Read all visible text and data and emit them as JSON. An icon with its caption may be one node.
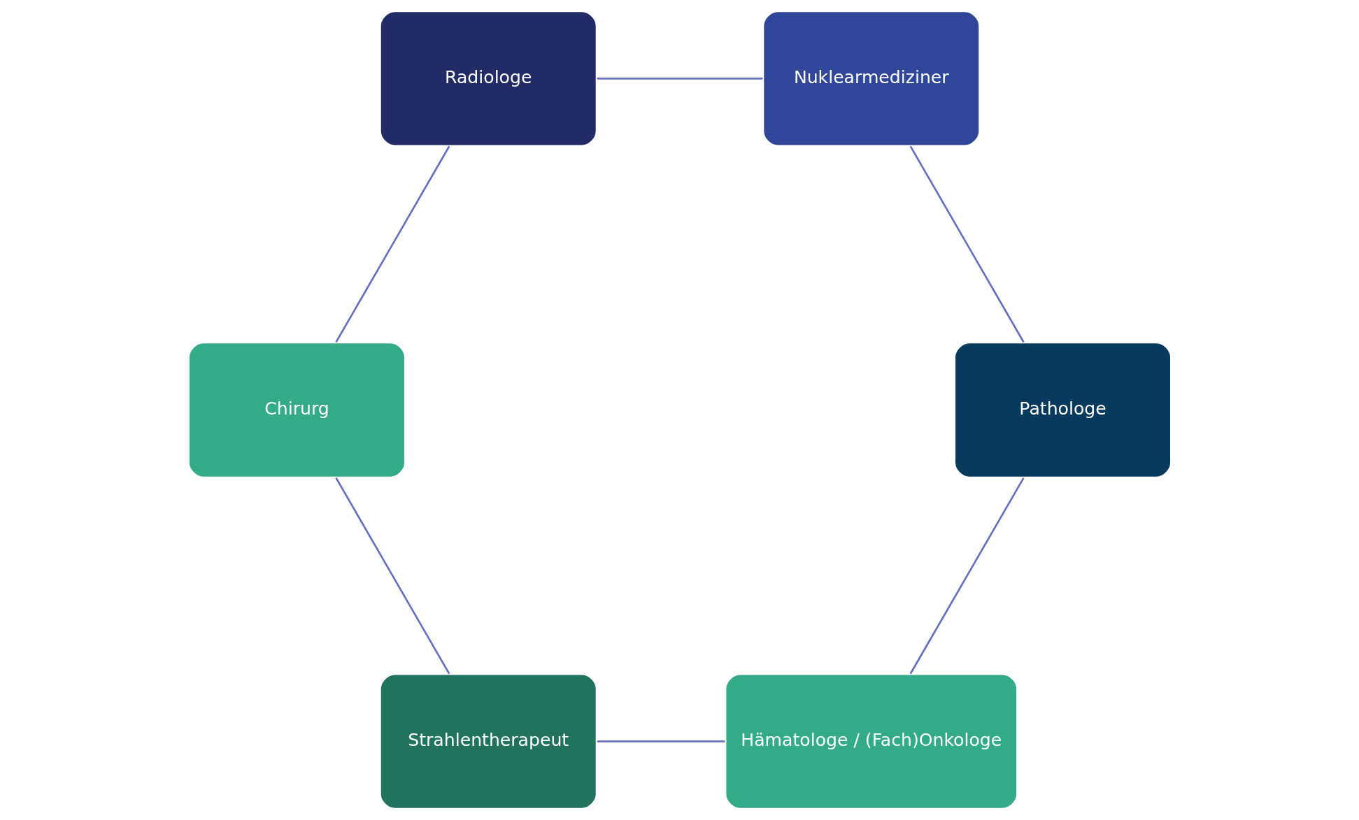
{
  "diagram": {
    "nodes": [
      {
        "text": [
          "Hämatologe / (Fach)Onkologe"
        ]
      },
      {
        "text": [
          "Strahlentherapeut"
        ]
      },
      {
        "text": [
          "Chirurg"
        ]
      },
      {
        "text": [
          "Radiologe"
        ]
      },
      {
        "text": [
          "Nuklearmediziner"
        ]
      },
      {
        "text": [
          "Pathologe"
        ]
      }
    ],
    "edges": [
      {
        "from": 0,
        "to": 1,
        "arrow": "none"
      },
      {
        "from": 1,
        "to": 2,
        "arrow": "none"
      },
      {
        "from": 2,
        "to": 3,
        "arrow": "none"
      },
      {
        "from": 3,
        "to": 4,
        "arrow": "none"
      },
      {
        "from": 4,
        "to": 5,
        "arrow": "none"
      },
      {
        "from": 5,
        "to": 0,
        "arrow": "none"
      }
    ]
  }
}
